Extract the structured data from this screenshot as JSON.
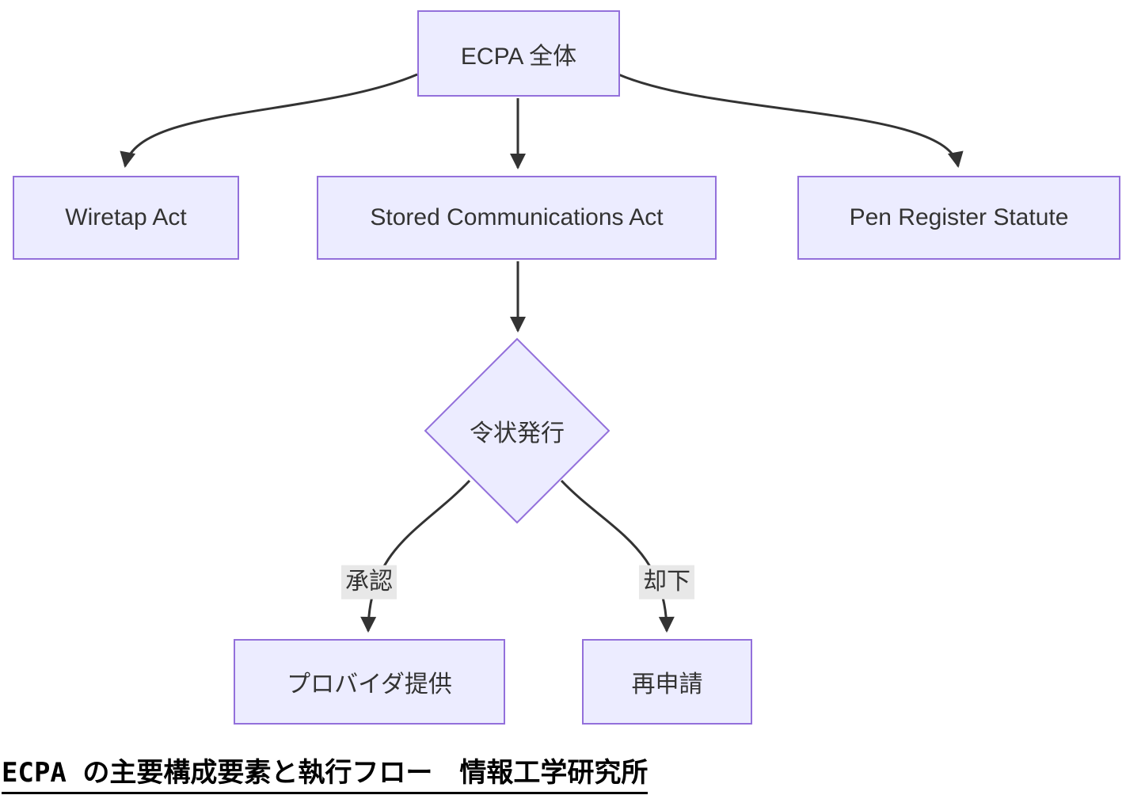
{
  "diagram": {
    "nodes": {
      "ecpa": {
        "label": "ECPA 全体"
      },
      "wiretap": {
        "label": "Wiretap Act"
      },
      "sca": {
        "label": "Stored Communications Act"
      },
      "pen": {
        "label": "Pen Register Statute"
      },
      "warrant": {
        "label": "令状発行"
      },
      "provider": {
        "label": "プロバイダ提供"
      },
      "reapply": {
        "label": "再申請"
      }
    },
    "edges": [
      {
        "from": "ecpa",
        "to": "wiretap",
        "label": ""
      },
      {
        "from": "ecpa",
        "to": "sca",
        "label": ""
      },
      {
        "from": "ecpa",
        "to": "pen",
        "label": ""
      },
      {
        "from": "sca",
        "to": "warrant",
        "label": ""
      },
      {
        "from": "warrant",
        "to": "provider",
        "label": "承認"
      },
      {
        "from": "warrant",
        "to": "reapply",
        "label": "却下"
      }
    ],
    "caption": "ECPA の主要構成要素と執行フロー　情報工学研究所",
    "colors": {
      "node_fill": "#ECECFF",
      "node_border": "#9370DB",
      "node_text": "#333333",
      "edge_stroke": "#333333",
      "edge_label_bg": "#e8e8e8",
      "caption_text": "#000000",
      "background": "#ffffff"
    }
  }
}
